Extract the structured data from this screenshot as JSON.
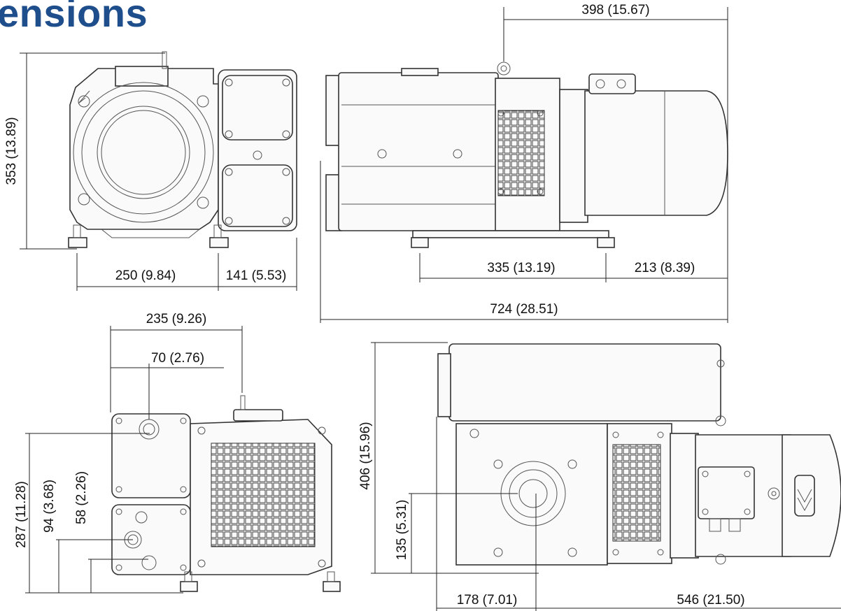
{
  "title": "ensions",
  "dimensions": {
    "top_overall": "398  (15.67)",
    "side_height": "353 (13.89)",
    "front_width_a": "250 (9.84)",
    "front_width_b": "141 (5.53)",
    "side_base_span": "335  (13.19)",
    "side_motor": "213  (8.39)",
    "side_total": "724  (28.51)",
    "end_width": "235 (9.26)",
    "end_port_offset": "70 (2.76)",
    "end_height": "287 (11.28)",
    "end_port_a": "94 (3.68)",
    "end_port_b": "58 (2.26)",
    "top_view_depth": "406  (15.96)",
    "top_view_inlet": "135 (5.31)",
    "top_view_x_a": "178  (7.01)",
    "top_view_x_b": "546  (21.50)"
  },
  "colors": {
    "title": "#1f4e8c",
    "line": "#222222"
  }
}
